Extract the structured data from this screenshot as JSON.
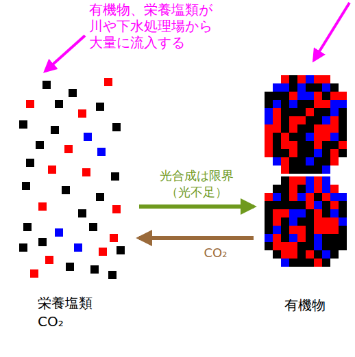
{
  "diagram": {
    "nodes": [
      {
        "text": [
          "栄養塩類 CO₂"
        ]
      },
      {
        "text": [
          "有機物"
        ]
      }
    ],
    "edges": [
      {
        "from": 0,
        "to": 1,
        "arrow": "to",
        "label": "光合成は限界 （光不足）"
      },
      {
        "from": 1,
        "to": 0,
        "arrow": "to",
        "label": "CO₂"
      }
    ],
    "labels": [
      "有機物、栄養塩類が 川や下水処理場から 大量に流入する"
    ]
  }
}
